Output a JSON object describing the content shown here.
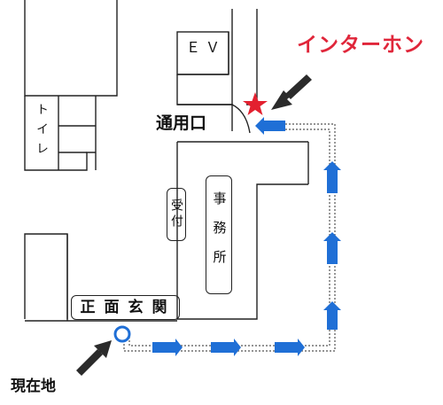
{
  "labels": {
    "ev": "ＥＶ",
    "intercom": "インターホン",
    "service_entrance": "通用口",
    "toilet": "トイレ",
    "reception": "受付",
    "office": "事務所",
    "main_entrance": "正面玄関",
    "current_location": "現在地"
  },
  "colors": {
    "walls": "#222222",
    "route_arrow": "#1f6fd6",
    "intercom_text": "#e0263a",
    "star": "#e3202f",
    "pointer": "#2b2b2b"
  },
  "icons": {
    "current_marker": "circle-ring",
    "intercom_marker": "star",
    "pointer_arrows": "thick-arrow"
  }
}
